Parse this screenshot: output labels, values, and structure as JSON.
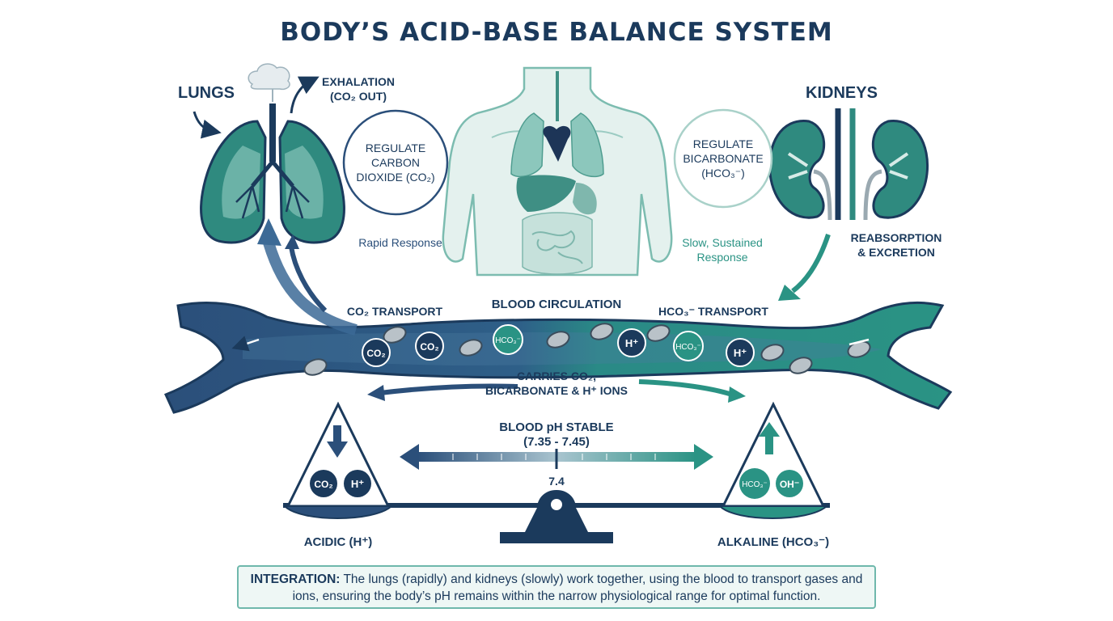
{
  "title": "BODY’S ACID-BASE BALANCE SYSTEM",
  "lungs": {
    "label": "LUNGS",
    "exhalation": "EXHALATION",
    "co2_out": "(CO₂ OUT)",
    "circle_text": "REGULATE CARBON DIOXIDE (CO₂)",
    "response": "Rapid Response",
    "transport": "CO₂ TRANSPORT"
  },
  "kidneys": {
    "label": "KIDNEYS",
    "circle_text": "REGULATE BICARBONATE (HCO₃⁻)",
    "response": "Slow, Sustained Response",
    "process": "REABSORPTION & EXCRETION",
    "transport": "HCO₃⁻ TRANSPORT"
  },
  "blood": {
    "label": "BLOOD CIRCULATION",
    "carries": "CARRIES CO₂, BICARBONATE & H⁺ IONS",
    "molecules": [
      "CO₂",
      "CO₂",
      "HCO₃⁻",
      "H⁺",
      "HCO₃⁻",
      "H⁺"
    ]
  },
  "scale": {
    "ph_title": "BLOOD pH STABLE",
    "ph_range": "(7.35 - 7.45)",
    "ph_mark": "7.4",
    "acidic_label": "ACIDIC (H⁺)",
    "alkaline_label": "ALKALINE (HCO₃⁻)",
    "acidic_items": [
      "CO₂",
      "H⁺"
    ],
    "alkaline_items": [
      "HCO₃⁻",
      "OH⁻"
    ]
  },
  "integration": {
    "label": "INTEGRATION:",
    "text": "The lungs (rapidly) and kidneys (slowly) work together, using the blood to transport gases and ions, ensuring the body’s pH remains within the narrow physiological range for optimal function."
  },
  "colors": {
    "navy": "#1b3a5c",
    "blue": "#2d5a86",
    "teal": "#2a9384",
    "light_teal": "#cfe8e3"
  }
}
